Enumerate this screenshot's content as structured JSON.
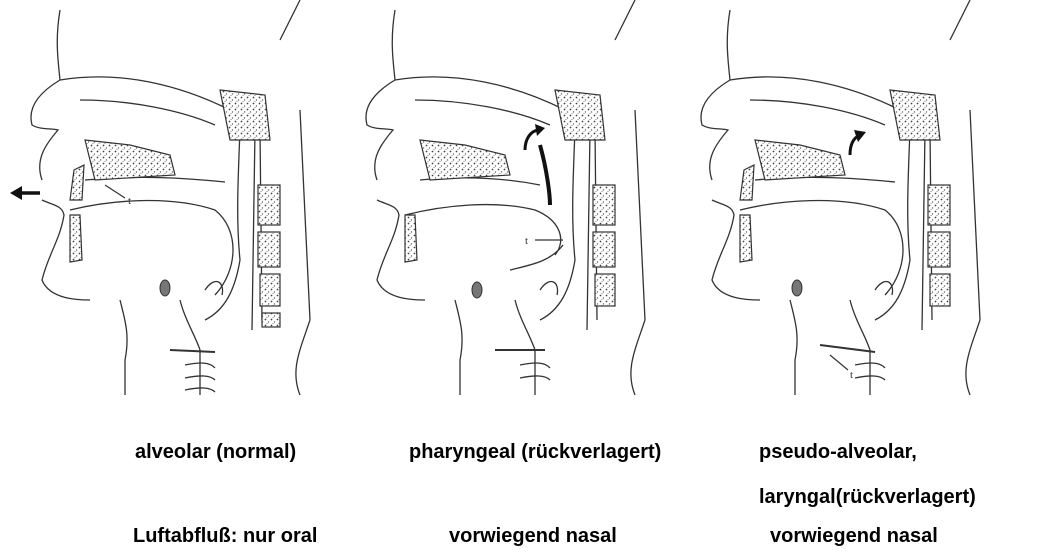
{
  "panels": [
    {
      "label": "alveolar (normal)",
      "label_line2": "",
      "airflow": "Luftabfluß: nur oral",
      "marker": "t"
    },
    {
      "label": "pharyngeal (rückverlagert)",
      "label_line2": "",
      "airflow": "vorwiegend nasal",
      "marker": "t"
    },
    {
      "label": "pseudo-alveolar,",
      "label_line2": "laryngal(rückverlagert)",
      "airflow": "vorwiegend nasal",
      "marker": "t"
    }
  ],
  "colors": {
    "line": "#333333",
    "text": "#000000",
    "background": "#ffffff"
  }
}
